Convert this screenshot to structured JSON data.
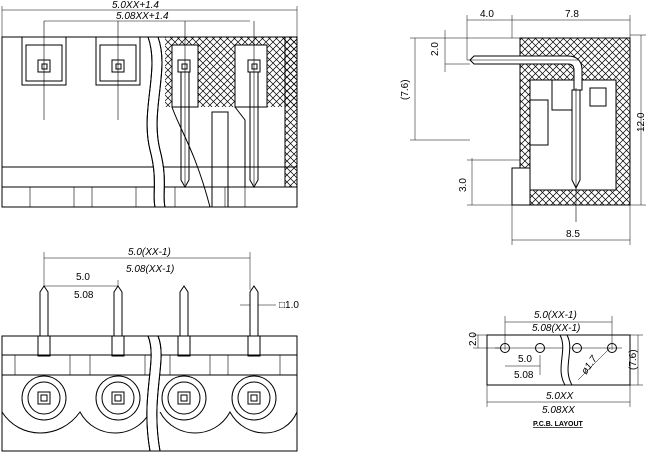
{
  "top_view": {
    "overall_width_a": "5.0XX+1.4",
    "overall_width_b": "5.08XX+1.4"
  },
  "side_view": {
    "dim_pin_offset": "4.0",
    "dim_body_top": "7.8",
    "dim_pin_height": "2.0",
    "dim_pin_ref": "(7.6)",
    "dim_total_height": "12.0",
    "dim_foot": "3.0",
    "dim_depth": "8.5"
  },
  "front_view": {
    "pitch_span_a": "5.0(XX-1)",
    "pitch_span_b": "5.08(XX-1)",
    "pitch_a": "5.0",
    "pitch_b": "5.08",
    "pin_square": "□1.0"
  },
  "pcb_layout": {
    "span_a": "5.0(XX-1)",
    "span_b": "5.08(XX-1)",
    "pitch_a": "5.0",
    "pitch_b": "5.08",
    "hole_dia": "ø1.7",
    "height_left": "2.0",
    "height_right": "(7.6)",
    "width_a": "5.0XX",
    "width_b": "5.08XX",
    "caption": "P.C.B. LAYOUT"
  }
}
